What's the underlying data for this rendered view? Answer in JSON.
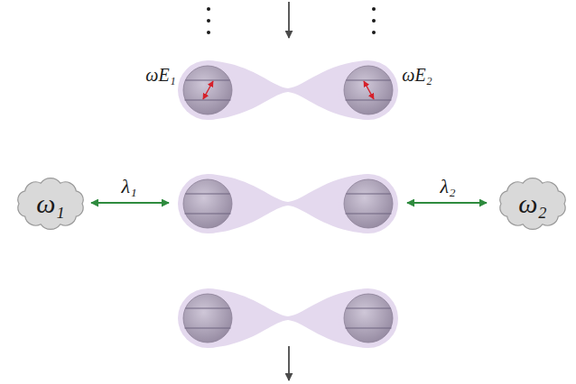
{
  "diagram": {
    "nodes": [
      {
        "text": [
          "ω₁"
        ]
      },
      {
        "text": [
          "ω₂"
        ]
      }
    ],
    "labels": [
      "ωE₁",
      "ωE₂",
      "λ₁",
      "λ₂"
    ]
  }
}
